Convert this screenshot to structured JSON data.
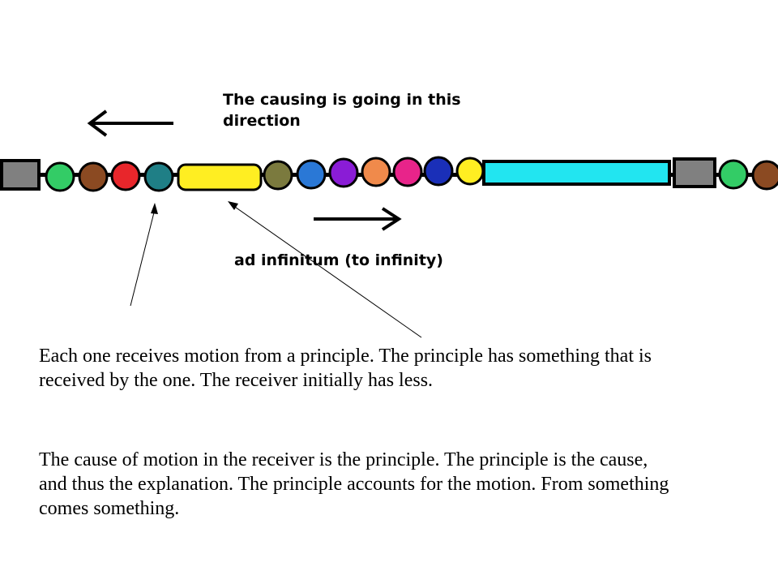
{
  "labels": {
    "direction": "The causing is going in this direction",
    "infinity": "ad infinitum (to infinity)"
  },
  "paragraphs": [
    "Each one receives motion from a principle.  The principle has something that is received by the one.  The receiver initially has less.",
    "The cause of motion in the receiver is the principle.  The principle is the cause, and thus the explanation.  The principle accounts for the motion.  From something comes something."
  ],
  "chain": [
    {
      "shape": "square",
      "color": "#808080"
    },
    {
      "shape": "circle",
      "color": "#33cc66"
    },
    {
      "shape": "circle",
      "color": "#8b4a22"
    },
    {
      "shape": "circle",
      "color": "#e8262b"
    },
    {
      "shape": "circle",
      "color": "#1f7f86"
    },
    {
      "shape": "bar",
      "color": "#ffee22"
    },
    {
      "shape": "circle",
      "color": "#7b7a3e"
    },
    {
      "shape": "circle",
      "color": "#2a78d6"
    },
    {
      "shape": "circle",
      "color": "#8a1cd6"
    },
    {
      "shape": "circle",
      "color": "#f08a4b"
    },
    {
      "shape": "circle",
      "color": "#e8248a"
    },
    {
      "shape": "circle",
      "color": "#1a2fb8"
    },
    {
      "shape": "circle",
      "color": "#ffee22"
    },
    {
      "shape": "bar",
      "color": "#22e5f0"
    },
    {
      "shape": "square",
      "color": "#808080"
    },
    {
      "shape": "circle",
      "color": "#33cc66"
    },
    {
      "shape": "circle",
      "color": "#8b4a22"
    }
  ]
}
